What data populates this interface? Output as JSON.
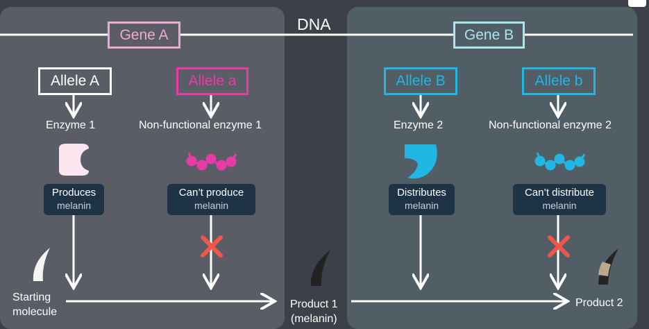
{
  "title": "DNA",
  "gene_a": {
    "label": "Gene A",
    "allele_A": {
      "label": "Allele A",
      "enzyme": "Enzyme 1",
      "tag_main": "Produces",
      "tag_sub": "melanin"
    },
    "allele_a": {
      "label": "Allele a",
      "enzyme": "Non-functional enzyme 1",
      "tag_main": "Can’t produce",
      "tag_sub": "melanin"
    }
  },
  "gene_b": {
    "label": "Gene B",
    "allele_B": {
      "label": "Allele B",
      "enzyme": "Enzyme 2",
      "tag_main": "Distributes",
      "tag_sub": "melanin"
    },
    "allele_b": {
      "label": "Allele b",
      "enzyme": "Non-functional enzyme 2",
      "tag_main": "Can’t distribute",
      "tag_sub": "melanin"
    }
  },
  "pathway": {
    "start_line1": "Starting",
    "start_line2": "molecule",
    "product1_line1": "Product 1",
    "product1_line2": "(melanin)",
    "product2": "Product 2"
  },
  "colors": {
    "gene_a": "#f0a8d8",
    "allele_a_pink": "#e93ba8",
    "gene_b": "#a8e6f0",
    "allele_blue": "#22b6e4",
    "block_x": "#f0564a"
  }
}
